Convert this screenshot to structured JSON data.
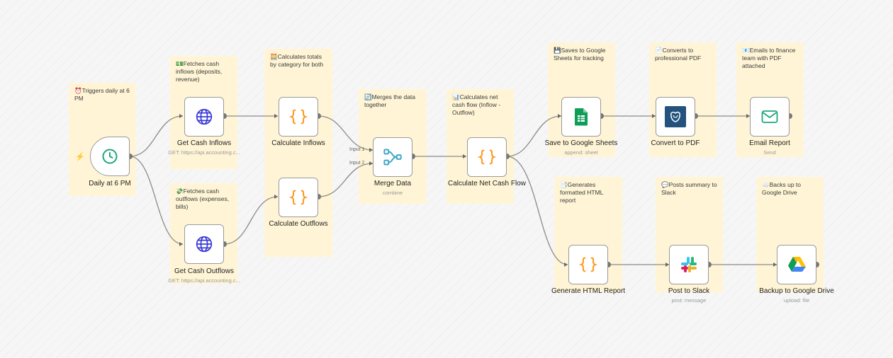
{
  "notes": {
    "trigger": "⏰Triggers daily at 6 PM",
    "inflows": "💵Fetches cash inflows (deposits, revenue)",
    "outflows": "💸Fetches cash outflows (expenses, bills)",
    "calc_totals": "🧮Calculates totals by category for both",
    "merge": "🔄Merges the data together",
    "net": "📊Calculates net cash flow (Inflow - Outflow)",
    "sheets": "💾Saves to Google Sheets for tracking",
    "pdf": "📄Converts to professional PDF",
    "email": "📧Emails to finance team with PDF attached",
    "html": "📑Generates formatted HTML report",
    "slack": "💬Posts summary to Slack",
    "drive": "☁️Backs up to Google Drive"
  },
  "nodes": {
    "daily": {
      "label": "Daily at 6 PM"
    },
    "get_in": {
      "label": "Get Cash Inflows",
      "sub": "GET: https://api.accounting.c..."
    },
    "get_out": {
      "label": "Get Cash Outflows",
      "sub": "GET: https://api.accounting.c..."
    },
    "calc_in": {
      "label": "Calculate Inflows"
    },
    "calc_out": {
      "label": "Calculate Outflows"
    },
    "merge": {
      "label": "Merge Data",
      "sub": "combine",
      "input1": "Input 1",
      "input2": "Input 2"
    },
    "net": {
      "label": "Calculate Net Cash Flow"
    },
    "sheets": {
      "label": "Save to Google Sheets",
      "sub": "append: sheet"
    },
    "pdf": {
      "label": "Convert to PDF"
    },
    "email": {
      "label": "Email Report",
      "sub": "Send"
    },
    "html": {
      "label": "Generate HTML Report"
    },
    "slack": {
      "label": "Post to Slack",
      "sub": "post: message"
    },
    "drive": {
      "label": "Backup to Google Drive",
      "sub": "upload: file"
    }
  },
  "icons": {
    "daily": "clock-icon",
    "http": "globe-icon",
    "code": "braces-icon",
    "merge": "merge-icon",
    "sheets": "google-sheets-icon",
    "pdf": "pdf-convert-icon",
    "email": "envelope-icon",
    "slack": "slack-icon",
    "drive": "google-drive-icon"
  },
  "colors": {
    "sticky": "#fff5d6",
    "edge": "#8a8a8a",
    "code_orange": "#ff9922",
    "http_blue": "#3b3bd6",
    "clock_green": "#1ea77b",
    "trigger_bolt": "#ff6d5a"
  }
}
